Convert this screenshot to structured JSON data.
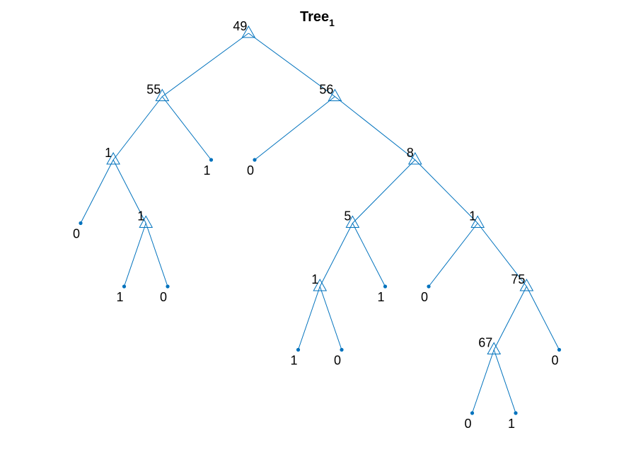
{
  "title": {
    "text": "Tree",
    "subscript": "1"
  },
  "tree": {
    "label": "49",
    "children": [
      {
        "label": "55",
        "children": [
          {
            "label": "1",
            "children": [
              {
                "label": "0"
              },
              {
                "label": "1",
                "children": [
                  {
                    "label": "1"
                  },
                  {
                    "label": "0"
                  }
                ]
              }
            ]
          },
          {
            "label": "1"
          }
        ]
      },
      {
        "label": "56",
        "children": [
          {
            "label": "0"
          },
          {
            "label": "8",
            "children": [
              {
                "label": "5",
                "children": [
                  {
                    "label": "1",
                    "children": [
                      {
                        "label": "1"
                      },
                      {
                        "label": "0"
                      }
                    ]
                  },
                  {
                    "label": "1"
                  }
                ]
              },
              {
                "label": "1",
                "children": [
                  {
                    "label": "0"
                  },
                  {
                    "label": "75",
                    "children": [
                      {
                        "label": "67",
                        "children": [
                          {
                            "label": "0"
                          },
                          {
                            "label": "1"
                          }
                        ]
                      },
                      {
                        "label": "0"
                      }
                    ]
                  }
                ]
              }
            ]
          }
        ]
      }
    ]
  },
  "colors": {
    "line": "#0072bd",
    "text": "#000000",
    "background": "#ffffff"
  }
}
